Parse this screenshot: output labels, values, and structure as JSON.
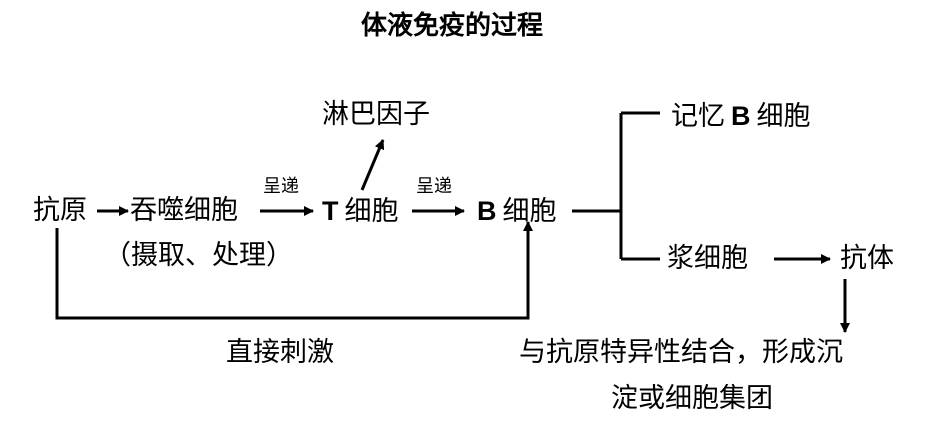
{
  "title": "体液免疫的过程",
  "nodes": {
    "antigen": "抗原",
    "phagocyte": "吞噬细胞",
    "phagocyte_note": "（摄取、处理）",
    "t_letter": "T",
    "t_cell": "细胞",
    "lymphokine": "淋巴因子",
    "b_letter": "B",
    "b_cell": "细胞",
    "memory_prefix": "记忆",
    "memory_letter": "B",
    "memory_suffix": "细胞",
    "plasma_cell": "浆细胞",
    "antibody": "抗体",
    "result_line1": "与抗原特异性结合，形成沉",
    "result_line2": "淀或细胞集团"
  },
  "edge_labels": {
    "present_1": "呈递",
    "present_2": "呈递",
    "direct_stimulation": "直接刺激"
  },
  "colors": {
    "line": "#000000",
    "text": "#000000",
    "background": "#ffffff"
  }
}
